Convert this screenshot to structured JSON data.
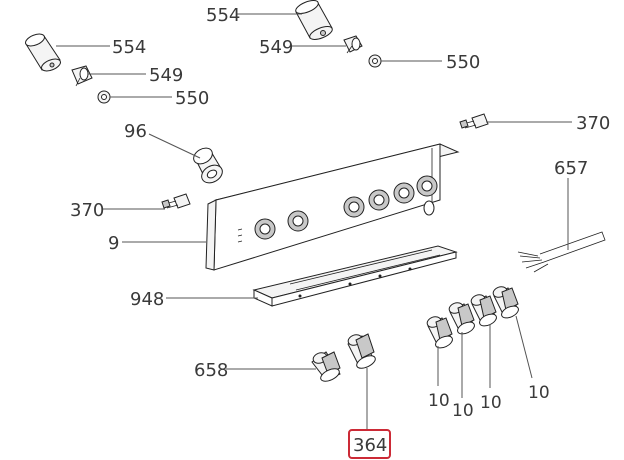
{
  "labels": {
    "p554_top": "554",
    "p549_top": "549",
    "p550_top": "550",
    "p554_left": "554",
    "p549_left": "549",
    "p550_left": "550",
    "p370_right": "370",
    "p96": "96",
    "p657": "657",
    "p370_left": "370",
    "p9": "9",
    "p948": "948",
    "p658": "658",
    "p10_a": "10",
    "p10_b": "10",
    "p10_c": "10",
    "p10_d": "10",
    "p364": "364"
  },
  "colors": {
    "highlight": "#cc2a36",
    "line": "#222222",
    "label": "#3a3a3a"
  },
  "highlighted_part": "364"
}
